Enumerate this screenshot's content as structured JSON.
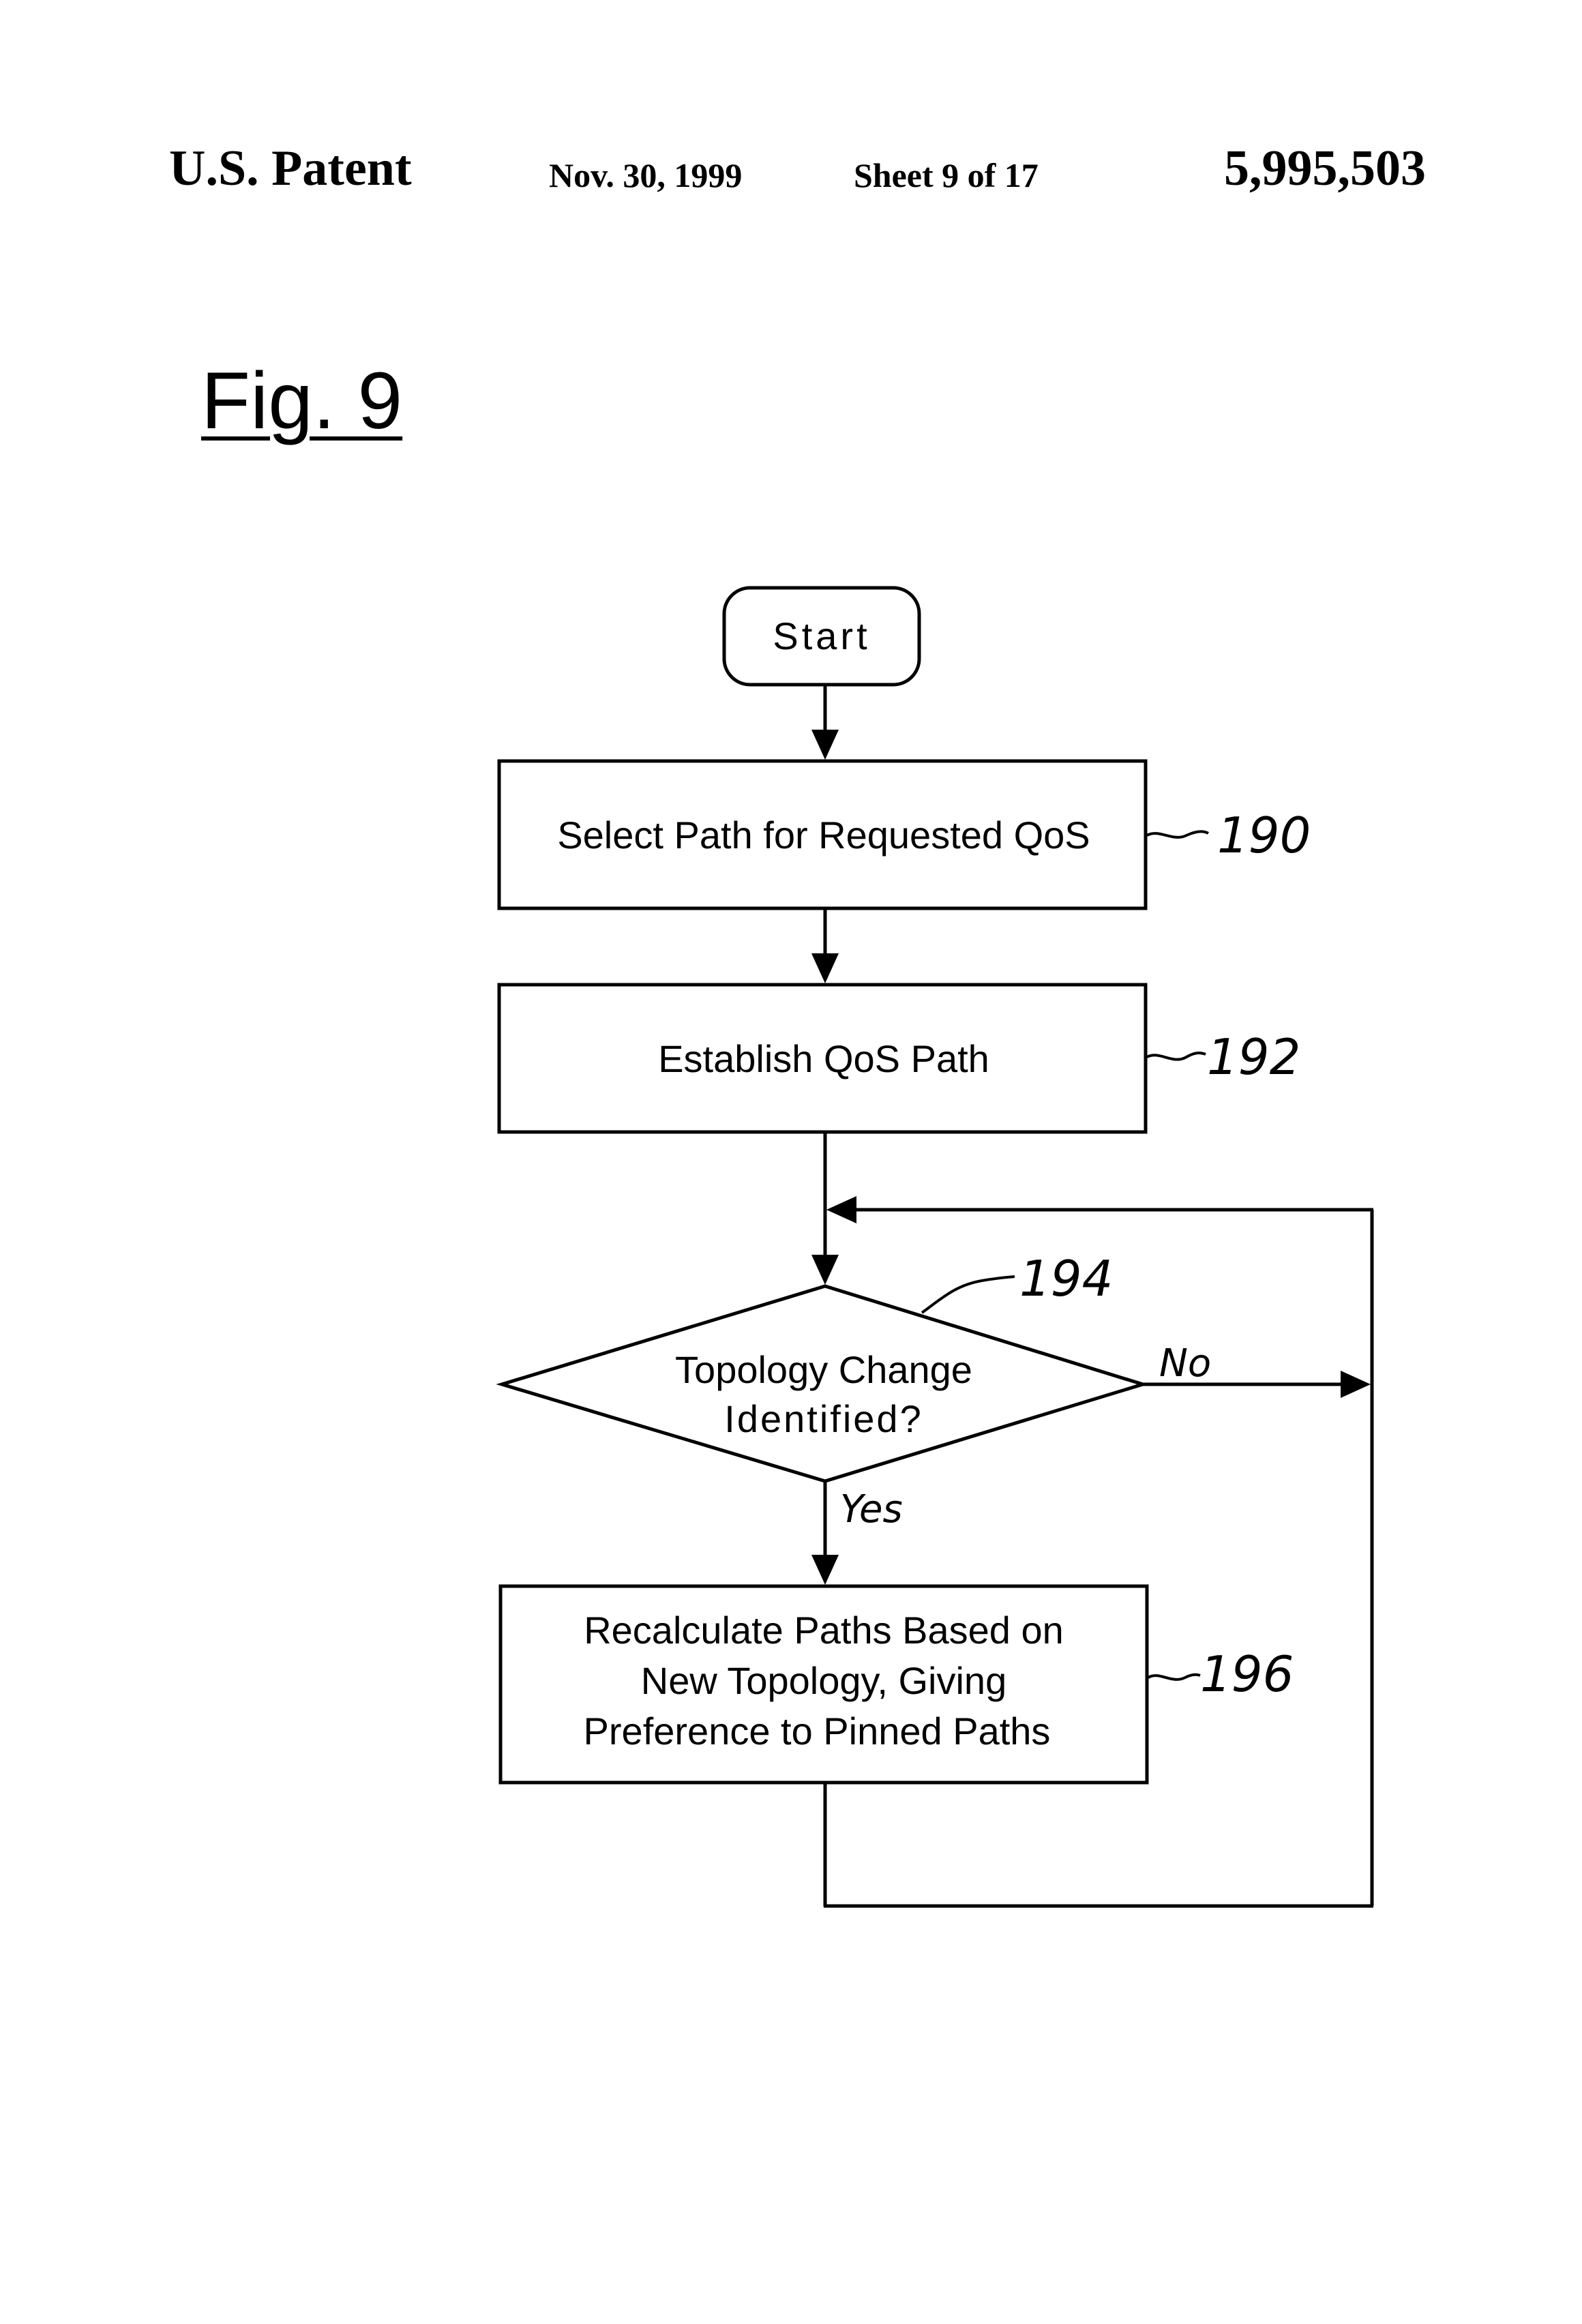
{
  "header": {
    "left": "U.S. Patent",
    "date": "Nov. 30, 1999",
    "sheet": "Sheet 9 of 17",
    "number": "5,995,503"
  },
  "figure": {
    "title": "Fig. 9"
  },
  "flowchart": {
    "start": "Start",
    "step1": {
      "text": "Select Path for Requested QoS",
      "ref": "190"
    },
    "step2": {
      "text": "Establish QoS Path",
      "ref": "192"
    },
    "decision": {
      "line1": "Topology Change",
      "line2": "Identified?",
      "ref": "194"
    },
    "no_label": "No",
    "yes_label": "Yes",
    "step4": {
      "line1": "Recalculate Paths Based on",
      "line2": "New Topology, Giving",
      "line3": "Preference to Pinned Paths",
      "ref": "196"
    }
  }
}
